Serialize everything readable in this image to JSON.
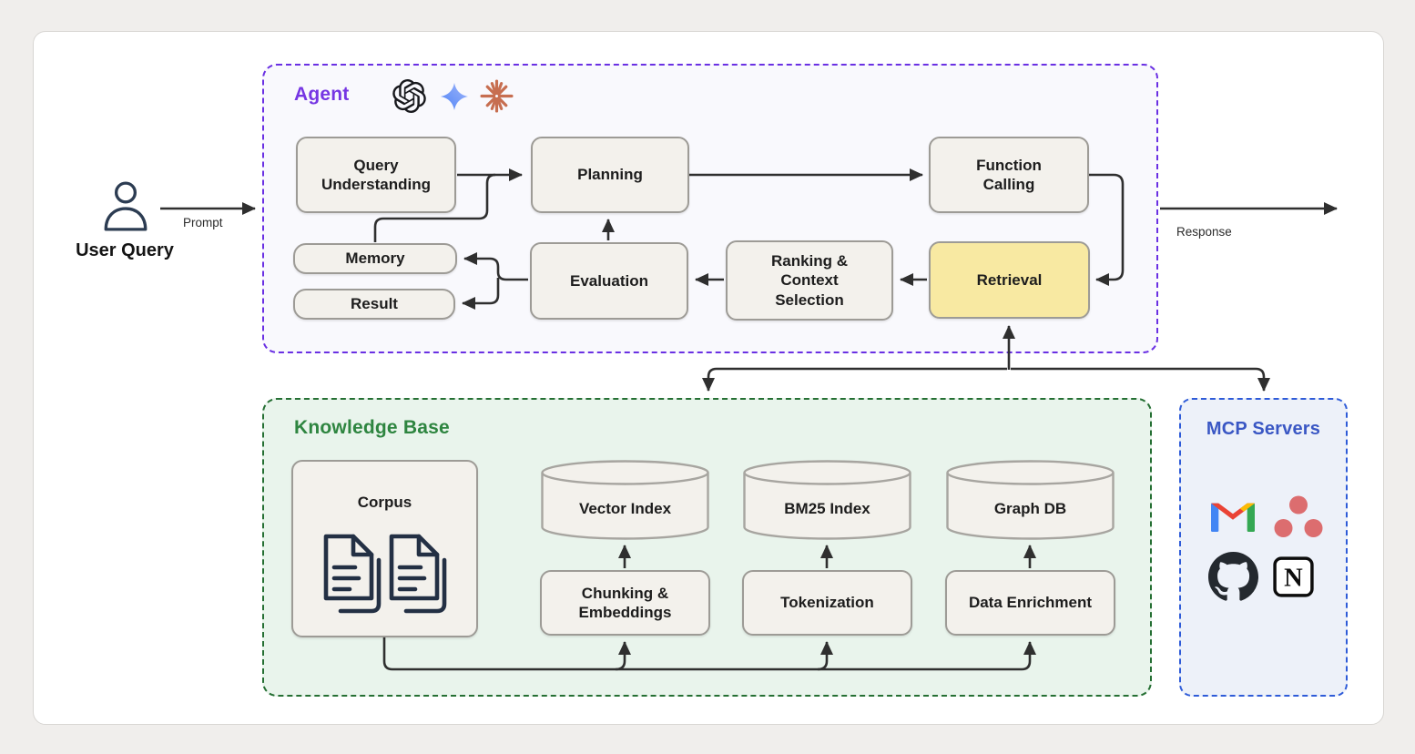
{
  "page": {
    "background": "#f0eeec",
    "card_background": "#ffffff"
  },
  "user": {
    "label": "User Query"
  },
  "edges": {
    "prompt": "Prompt",
    "response": "Response"
  },
  "agent": {
    "title": "Agent",
    "provider_icons": [
      "openai-icon",
      "gemini-icon",
      "claude-icon"
    ],
    "nodes": {
      "query_understanding": "Query Understanding",
      "planning": "Planning",
      "function_calling": "Function Calling",
      "memory": "Memory",
      "result": "Result",
      "evaluation": "Evaluation",
      "ranking": "Ranking & Context Selection",
      "retrieval": "Retrieval"
    },
    "colors": {
      "border": "#6a30e3",
      "title": "#7636e3",
      "fill": "#f9f9fd",
      "highlight": "#f8e9a2"
    }
  },
  "knowledge_base": {
    "title": "Knowledge Base",
    "nodes": {
      "corpus": "Corpus",
      "vector_index": "Vector Index",
      "bm25_index": "BM25 Index",
      "graph_db": "Graph DB",
      "chunking": "Chunking & Embeddings",
      "tokenization": "Tokenization",
      "data_enrichment": "Data Enrichment"
    },
    "colors": {
      "border": "#256f33",
      "title": "#2e8540",
      "fill": "#e9f4ec"
    }
  },
  "mcp": {
    "title": "MCP Servers",
    "servers": [
      "gmail-icon",
      "asana-icon",
      "github-icon",
      "notion-icon"
    ],
    "colors": {
      "border": "#2e5bd8",
      "title": "#3a57c4",
      "fill": "#edf1f9"
    }
  },
  "diagram_colors": {
    "node_fill": "#f3f1ec",
    "node_border": "#9d9b96",
    "arrow": "#2f2f2f",
    "doc_icon": "#233044"
  }
}
